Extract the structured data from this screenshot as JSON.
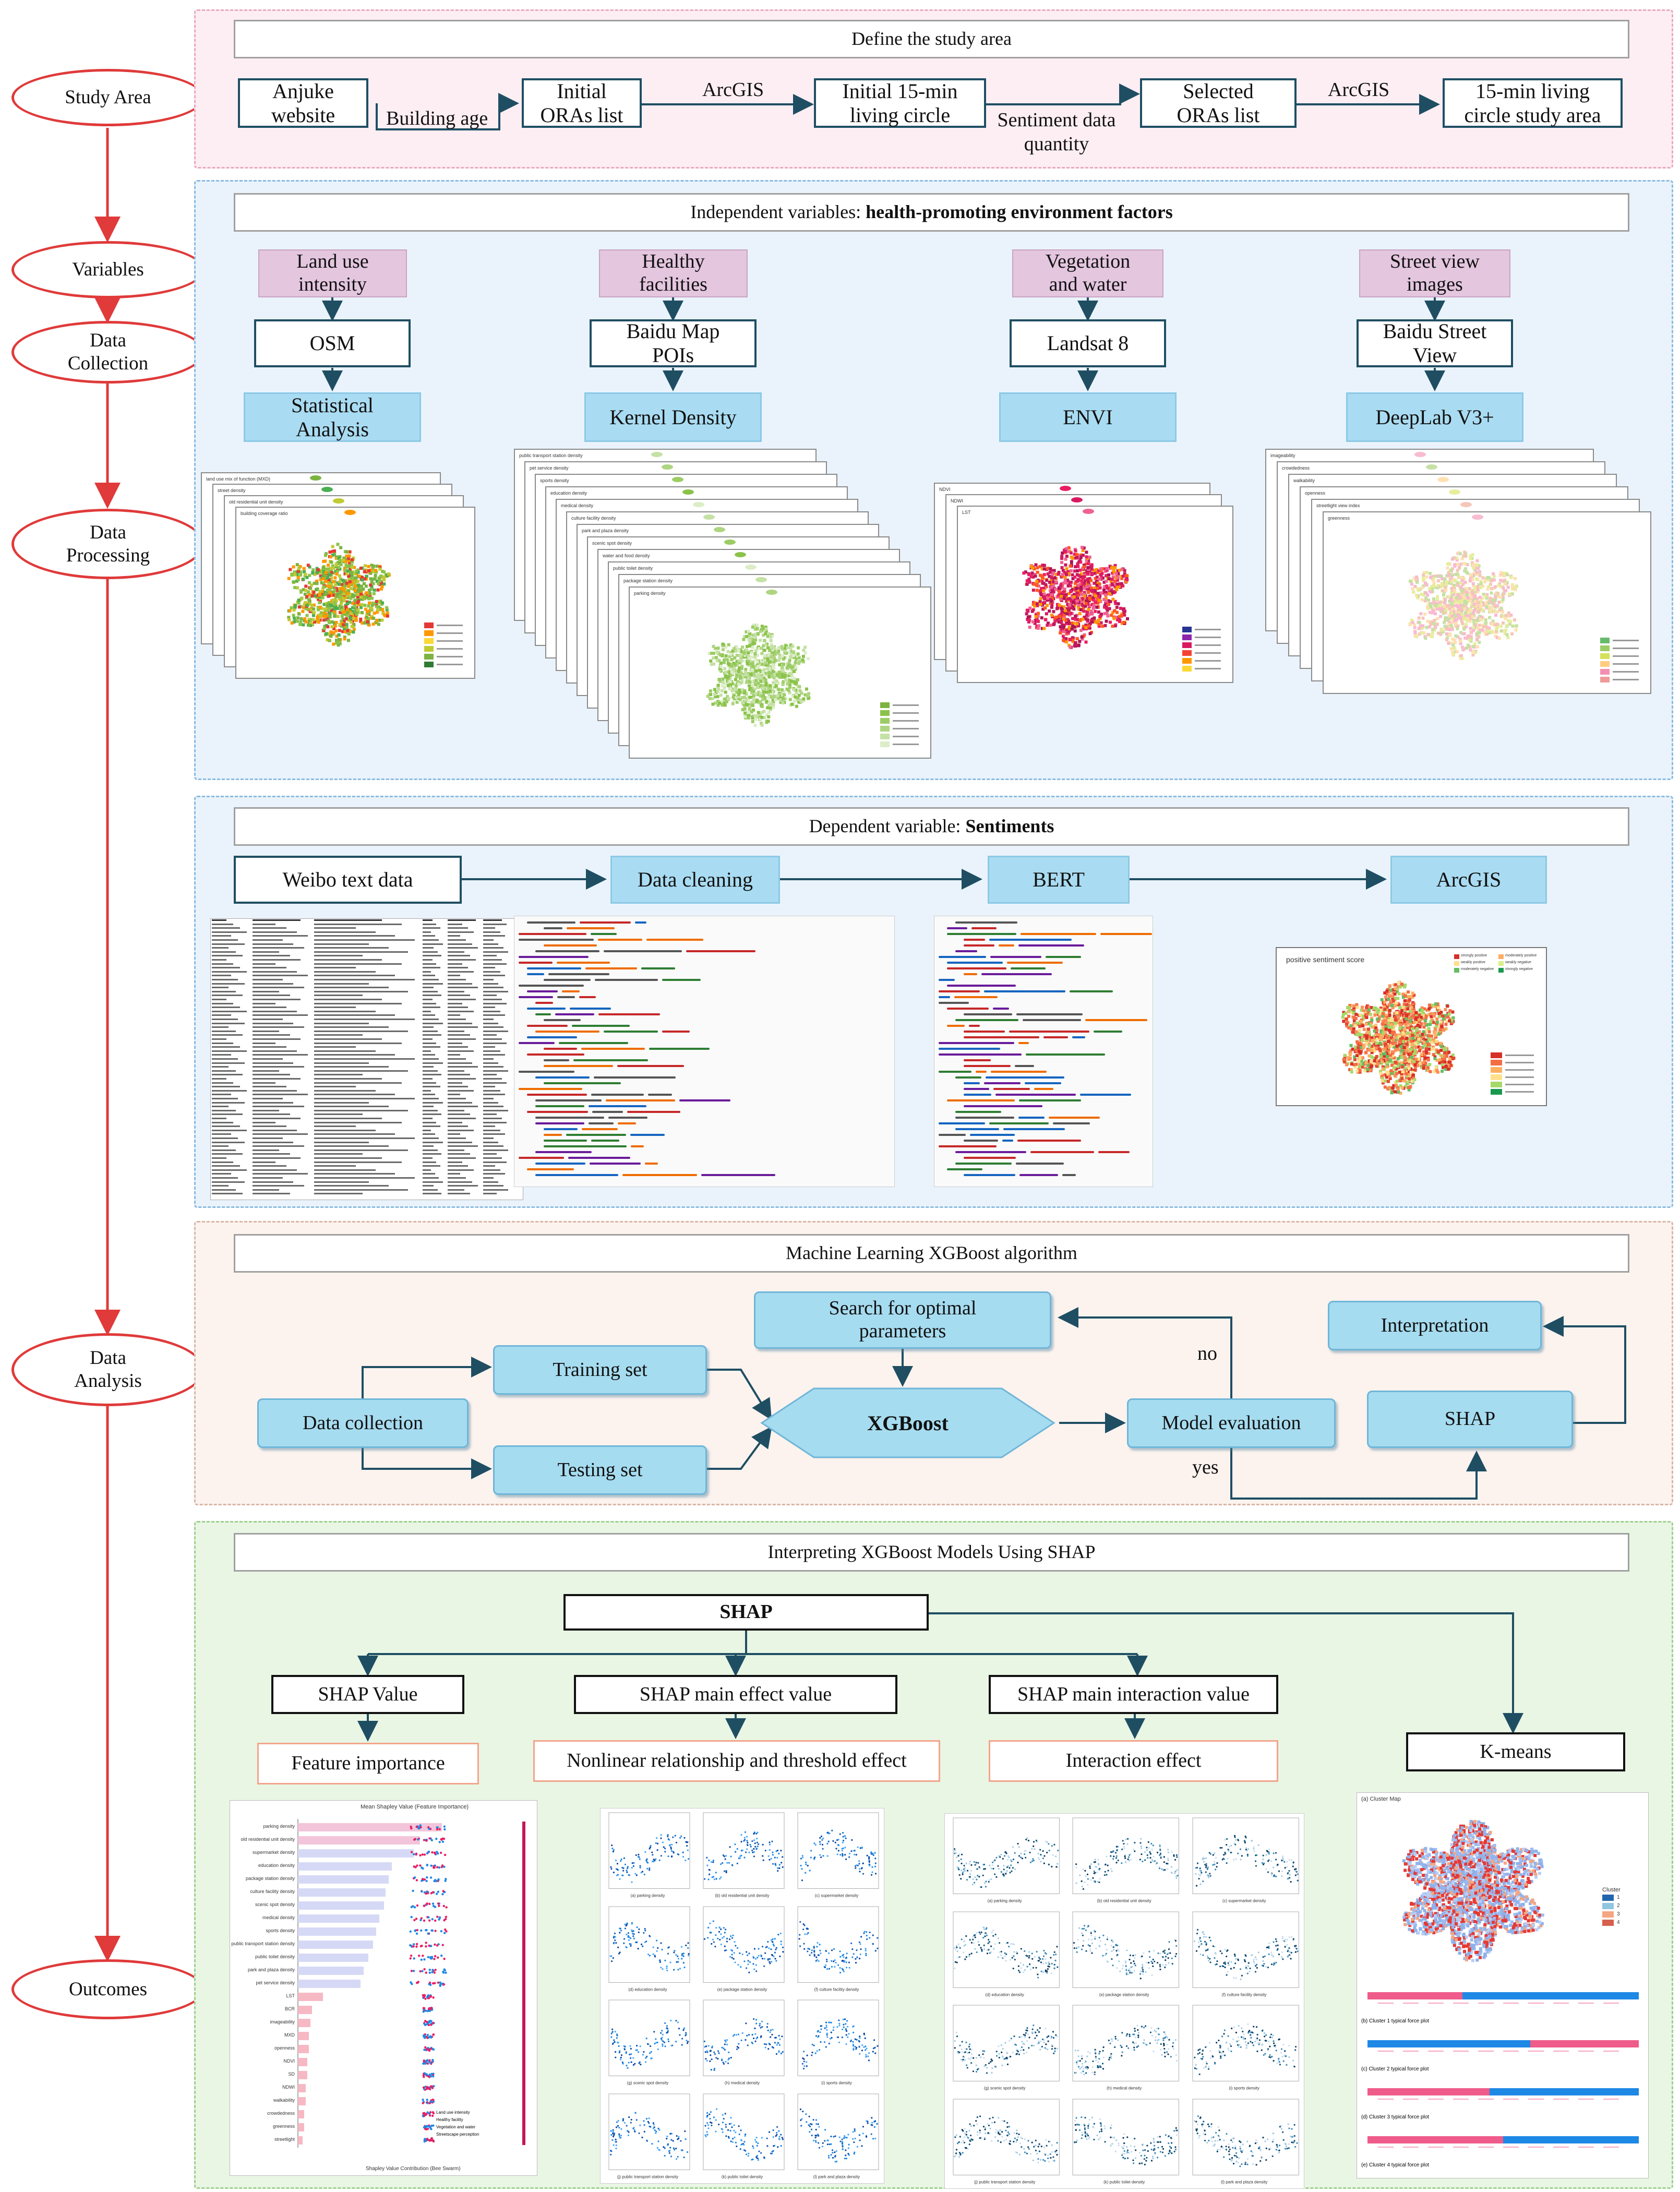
{
  "timeline": {
    "stages": [
      {
        "id": "study-area",
        "label": "Study Area"
      },
      {
        "id": "variables",
        "label": "Variables"
      },
      {
        "id": "data-collection",
        "label": "Data Collection"
      },
      {
        "id": "data-processing",
        "label": "Data Processing"
      },
      {
        "id": "data-analysis",
        "label": "Data Analysis"
      },
      {
        "id": "outcomes",
        "label": "Outcomes"
      }
    ]
  },
  "study_area": {
    "title": "Define the study area",
    "steps": [
      "Anjuke website",
      "Initial ORAs list",
      "Initial 15-min living circle",
      "Selected ORAs list",
      "15-min living circle study area"
    ],
    "edge_labels": [
      "Building age",
      "ArcGIS",
      "Sentiment data quantity",
      "ArcGIS"
    ]
  },
  "independent": {
    "title_prefix": "Independent variables: ",
    "title_bold": "health-promoting environment factors",
    "columns": [
      {
        "category": "Land use intensity",
        "source": "OSM",
        "method": "Statistical Analysis"
      },
      {
        "category": "Healthy facilities",
        "source": "Baidu Map POIs",
        "method": "Kernel Density"
      },
      {
        "category": "Vegetation and water",
        "source": "Landsat 8",
        "method": "ENVI"
      },
      {
        "category": "Street view images",
        "source": "Baidu Street View",
        "method": "DeepLab V3+"
      }
    ],
    "thumb1_captions": [
      "land use mix of function (MXD)",
      "street density",
      "old residential unit density",
      "building coverage ratio"
    ],
    "thumb2_captions": [
      "public transport station density",
      "pet service density",
      "sports density",
      "education density",
      "medical density",
      "culture facility density",
      "park and plaza density",
      "scenic spot density",
      "water and food density",
      "public toilet density",
      "package station density",
      "parking density"
    ],
    "thumb3_captions": [
      "NDVI",
      "NDWI",
      "LST"
    ],
    "thumb4_captions": [
      "imageability",
      "crowdedness",
      "walkability",
      "openness",
      "streetlight view index",
      "greenness"
    ]
  },
  "dependent": {
    "title_prefix": "Dependent variable: ",
    "title_bold": "Sentiments",
    "steps": [
      "Weibo text data",
      "Data cleaning",
      "BERT",
      "ArcGIS"
    ],
    "map_caption": "positive sentiment score",
    "map_legend": [
      "strongly positive",
      "moderately positive",
      "weakly positive",
      "weakly negative",
      "moderately negative",
      "strongly negative"
    ]
  },
  "ml": {
    "title": "Machine Learning XGBoost algorithm",
    "nodes": {
      "data_collection": "Data collection",
      "training": "Training set",
      "testing": "Testing set",
      "xgboost": "XGBoost",
      "search": "Search for optimal parameters",
      "evaluation": "Model evaluation",
      "shap": "SHAP",
      "interpretation": "Interpretation"
    },
    "edge_labels": {
      "no": "no",
      "yes": "yes"
    }
  },
  "shap_panel": {
    "title": "Interpreting XGBoost Models Using SHAP",
    "root": "SHAP",
    "branches": [
      "SHAP Value",
      "SHAP main effect value",
      "SHAP main interaction value",
      "K-means"
    ],
    "results": [
      "Feature importance",
      "Nonlinear relationship and threshold effect",
      "Interaction effect"
    ],
    "importance_chart_title": "Mean Shapley Value (Feature Importance)",
    "importance_features": [
      "parking density",
      "old residential unit density",
      "supermarket density",
      "education density",
      "package station density",
      "culture facility density",
      "scenic spot density",
      "medical density",
      "sports density",
      "public transport station density",
      "public toilet density",
      "park and plaza density",
      "pet service density",
      "LST",
      "BCR",
      "imageability",
      "MXD",
      "openness",
      "NDVI",
      "SD",
      "NDWI",
      "walkability",
      "crowdedness",
      "greenness",
      "streetlight"
    ],
    "importance_values": [
      0.92,
      0.78,
      0.74,
      0.6,
      0.58,
      0.56,
      0.55,
      0.52,
      0.5,
      0.48,
      0.45,
      0.42,
      0.4,
      0.16,
      0.09,
      0.08,
      0.07,
      0.07,
      0.06,
      0.06,
      0.05,
      0.05,
      0.04,
      0.04,
      0.03
    ],
    "importance_legend": [
      "Land use intensity",
      "Healthy facility",
      "Vegetation and water",
      "Streetscape perception"
    ],
    "importance_xlabel": "Shapley Value Contribution (Bee Swarm)",
    "main_effect_captions": [
      "(a) parking density",
      "(b) old residential unit density",
      "(c) supermarket density",
      "(d) education density",
      "(e) package station density",
      "(f) culture facility density",
      "(g) scenic spot density",
      "(h) medical density",
      "(i) sports density",
      "(j) public transport station density",
      "(k) public toilet density",
      "(l) park and plaza density"
    ],
    "interaction_captions": [
      "(a) parking density",
      "(b) old residential unit density",
      "(c) supermarket density",
      "(d) education density",
      "(e) package station density",
      "(f) culture facility density",
      "(g) scenic spot density",
      "(h) medical density",
      "(i) sports density",
      "(j) public transport station density",
      "(k) public toilet density",
      "(l) park and plaza density"
    ],
    "cluster_captions": [
      "(a) Cluster Map",
      "(b) Cluster 1 typical force plot",
      "(c) Cluster 2 typical force plot",
      "(d) Cluster 3 typical force plot",
      "(e) Cluster 4 typical force plot"
    ],
    "cluster_legend_title": "Cluster",
    "cluster_legend": [
      "1",
      "2",
      "3",
      "4"
    ]
  },
  "colors": {
    "timeline_red": "#e03a3a",
    "study_panel_bg": "#fdeef3",
    "independent_panel_bg": "#eaf3fb",
    "dependent_panel_bg": "#eaf3fb",
    "ml_panel_bg": "#fcf3ee",
    "shap_panel_bg": "#e9f6e4",
    "cyan_box": "#a9dcf2",
    "pink_box": "#e4c6df",
    "salmon_border": "#f2a58c"
  }
}
